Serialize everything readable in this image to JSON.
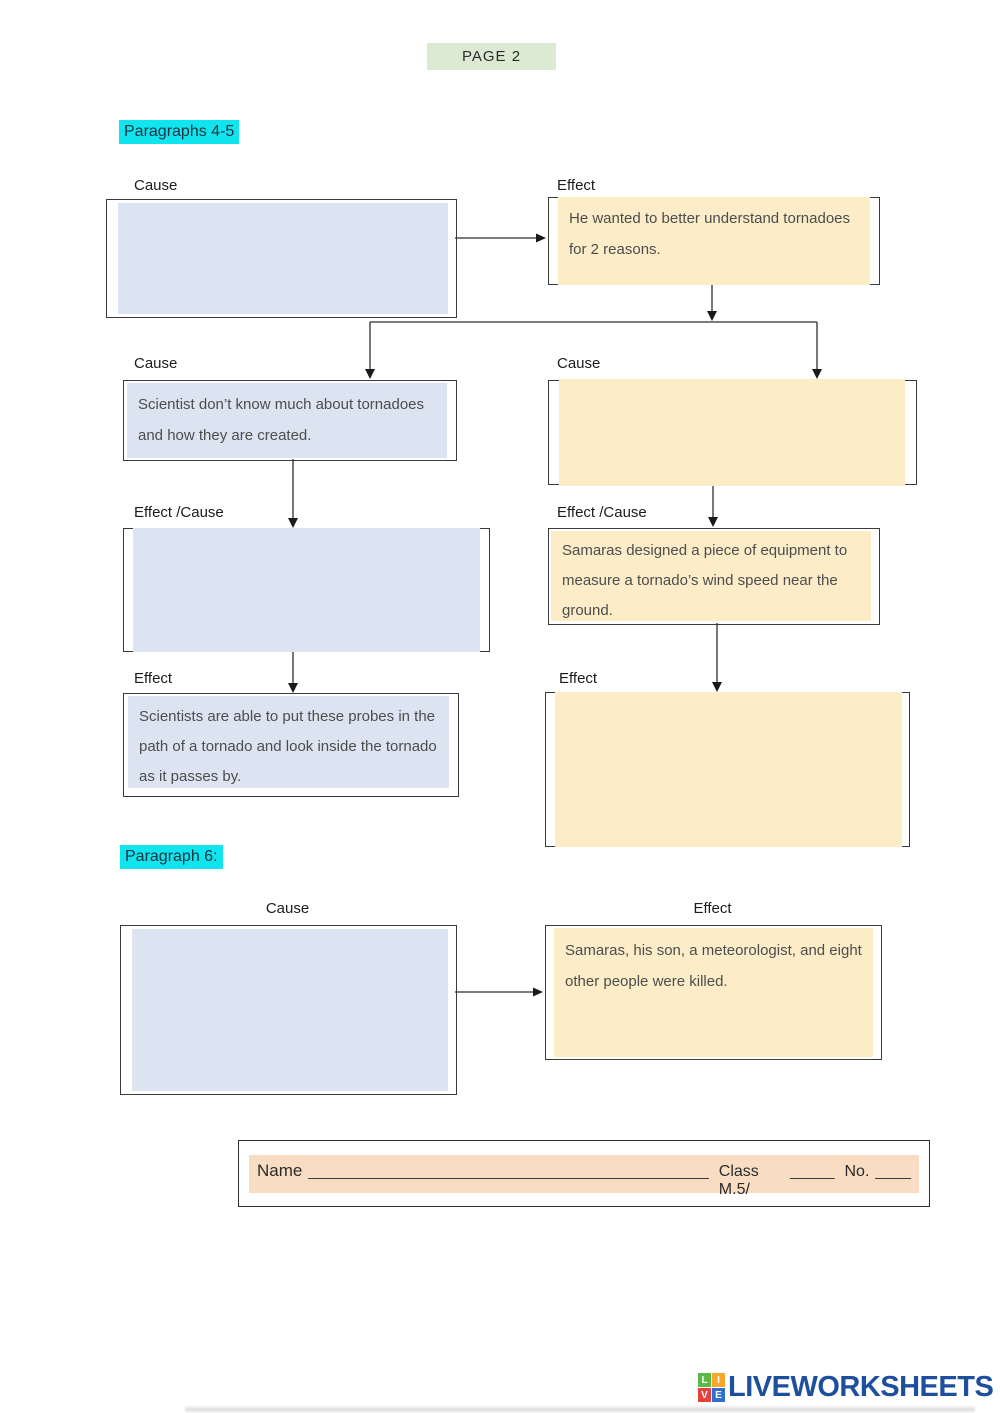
{
  "colors": {
    "blue_fill": "#dce3f1",
    "yellow_fill": "#fcedc8",
    "peach_fill": "#f9ddc3",
    "cyan_highlight": "#10e5ef",
    "green_badge": "#dcead3",
    "logo_navy": "#1d4f9e",
    "line": "#2f2f2f"
  },
  "badge": {
    "text": "PAGE 2"
  },
  "sections": {
    "p45": {
      "heading": "Paragraphs 4-5"
    },
    "p6": {
      "heading": "Paragraph 6:"
    }
  },
  "boxes": {
    "c1": {
      "label": "Cause",
      "text": ""
    },
    "e1": {
      "label": "Effect",
      "text": "He wanted to better understand tornadoes\nfor 2 reasons."
    },
    "c2l": {
      "label": "Cause",
      "text": "Scientist don’t know much about tornadoes\nand how they are created."
    },
    "c2r": {
      "label": "Cause",
      "text": ""
    },
    "ec3l": {
      "label": "Effect /Cause",
      "text": ""
    },
    "ec3r": {
      "label": "Effect /Cause",
      "text": "Samaras designed a piece of equipment to\nmeasure a tornado’s wind speed near the\nground."
    },
    "e4l": {
      "label": "Effect",
      "text": "Scientists are able to put these probes in the\npath of a tornado and look inside the tornado\nas it passes by."
    },
    "e4r": {
      "label": "Effect",
      "text": ""
    },
    "p6c": {
      "label": "Cause",
      "text": ""
    },
    "p6e": {
      "label": "Effect",
      "text": "Samaras, his son, a meteorologist, and eight\nother people were killed."
    }
  },
  "name_bar": {
    "name_label": "Name",
    "name_line": "_____________________________________________",
    "class_label": "Class M.5/",
    "class_line": "_____",
    "no_label": "No.",
    "no_line": "____"
  },
  "footer": {
    "logo_text": "LIVEWORKSHEETS",
    "squares": [
      {
        "letter": "L",
        "color": "#5cb947"
      },
      {
        "letter": "I",
        "color": "#f7a829"
      },
      {
        "letter": "V",
        "color": "#e8413c"
      },
      {
        "letter": "E",
        "color": "#2f6fd0"
      }
    ]
  }
}
